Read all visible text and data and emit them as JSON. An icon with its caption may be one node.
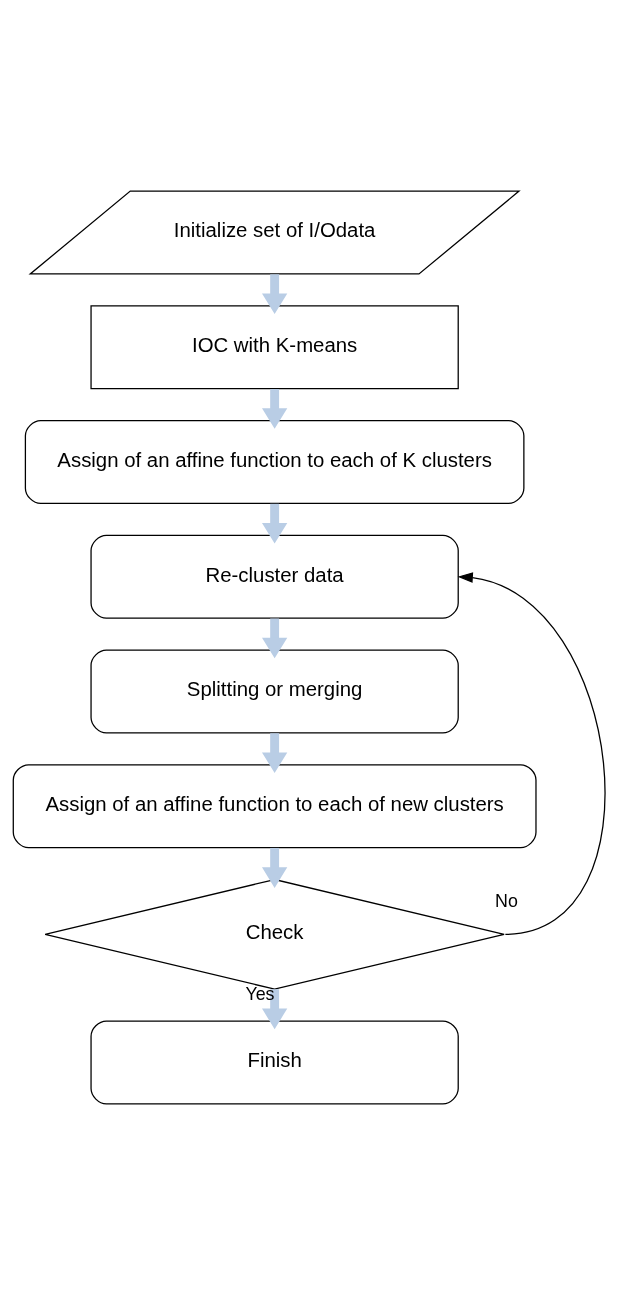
{
  "diagram": {
    "nodes": [
      {
        "text": [
          "Initialize set of I/Odata"
        ]
      },
      {
        "text": [
          "IOC with K-means"
        ]
      },
      {
        "text": [
          "Assign of an affine function to each of K clusters"
        ]
      },
      {
        "text": [
          "Re-cluster data"
        ]
      },
      {
        "text": [
          "Splitting or merging"
        ]
      },
      {
        "text": [
          "Assign of an affine function to each of new clusters"
        ]
      },
      {
        "text": [
          "Check"
        ]
      },
      {
        "text": [
          "Finish"
        ]
      }
    ],
    "edges": [
      {
        "from": 0,
        "to": 1,
        "arrow": "to"
      },
      {
        "from": 1,
        "to": 2,
        "arrow": "to"
      },
      {
        "from": 2,
        "to": 3,
        "arrow": "to"
      },
      {
        "from": 3,
        "to": 4,
        "arrow": "to"
      },
      {
        "from": 4,
        "to": 5,
        "arrow": "to"
      },
      {
        "from": 5,
        "to": 6,
        "arrow": "to"
      },
      {
        "from": 6,
        "to": 7,
        "arrow": "to",
        "label": "Yes"
      },
      {
        "from": 6,
        "to": 3,
        "arrow": "to",
        "label": "No",
        "color": "#000000"
      }
    ]
  }
}
